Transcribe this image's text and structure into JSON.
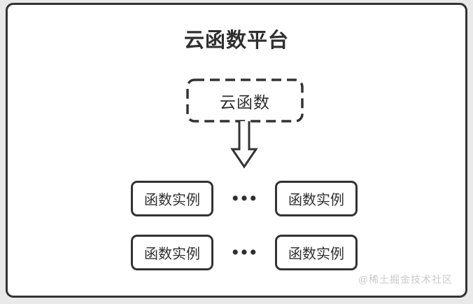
{
  "diagram": {
    "title": "云函数平台",
    "root_node": "云函数",
    "rows": [
      {
        "left": "函数实例",
        "dots": "•••",
        "right": "函数实例"
      },
      {
        "left": "函数实例",
        "dots": "•••",
        "right": "函数实例"
      }
    ],
    "watermark": "@稀土掘金技术社区"
  },
  "colors": {
    "stroke": "#333333",
    "canvas_bg": "#e9e9e9",
    "panel_bg": "#ffffff",
    "text": "#2f2f2f",
    "watermark": "#c9c9c9"
  }
}
